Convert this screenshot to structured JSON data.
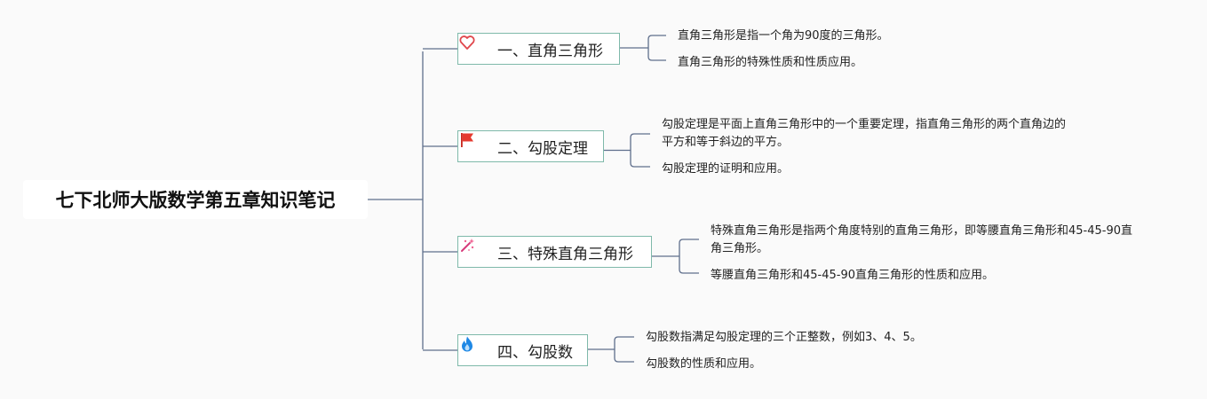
{
  "root": {
    "title": "七下北师大版数学第五章知识笔记"
  },
  "colors": {
    "connector": "#5f6f8c",
    "branch_border": "#7fb9aa",
    "background": "#fafafa"
  },
  "branches": [
    {
      "label": "一、直角三角形",
      "icon": "heart-icon",
      "notes": [
        {
          "lines": [
            "直角三角形是指一个角为90度的三角形。"
          ]
        },
        {
          "lines": [
            "直角三角形的特殊性质和性质应用。"
          ]
        }
      ]
    },
    {
      "label": "二、勾股定理",
      "icon": "flag-icon",
      "notes": [
        {
          "lines": [
            "勾股定理是平面上直角三角形中的一个重要定理，指直角三角形的两个直角边的",
            "平方和等于斜边的平方。"
          ]
        },
        {
          "lines": [
            "勾股定理的证明和应用。"
          ]
        }
      ]
    },
    {
      "label": "三、特殊直角三角形",
      "icon": "sparkle-icon",
      "notes": [
        {
          "lines": [
            "特殊直角三角形是指两个角度特别的直角三角形，即等腰直角三角形和45-45-90直",
            "角三角形。"
          ]
        },
        {
          "lines": [
            "等腰直角三角形和45-45-90直角三角形的性质和应用。"
          ]
        }
      ]
    },
    {
      "label": "四、勾股数",
      "icon": "fire-icon",
      "notes": [
        {
          "lines": [
            "勾股数指满足勾股定理的三个正整数，例如3、4、5。"
          ]
        },
        {
          "lines": [
            "勾股数的性质和应用。"
          ]
        }
      ]
    }
  ]
}
